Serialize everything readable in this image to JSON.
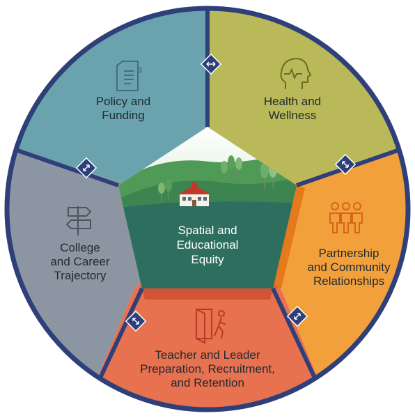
{
  "center": {
    "lines": [
      "Spatial and",
      "Educational",
      "Equity"
    ]
  },
  "segments": [
    {
      "id": "policy",
      "lines": [
        "Policy and",
        "Funding"
      ],
      "color": "#6aa3ad",
      "icon": "document-dollar-icon"
    },
    {
      "id": "health",
      "lines": [
        "Health and",
        "Wellness"
      ],
      "color": "#b9b95a",
      "icon": "head-heartbeat-icon"
    },
    {
      "id": "partnership",
      "lines": [
        "Partnership",
        "and Community",
        "Relationships"
      ],
      "color": "#f2a03c",
      "icon": "people-group-icon"
    },
    {
      "id": "teacher",
      "lines": [
        "Teacher and Leader",
        "Preparation, Recruitment,",
        "and Retention"
      ],
      "color": "#e8714f",
      "icon": "door-walking-person-icon"
    },
    {
      "id": "college",
      "lines": [
        "College",
        "and Career",
        "Trajectory"
      ],
      "color": "#8b96a2",
      "icon": "signpost-icon"
    }
  ],
  "colors": {
    "outline": "#2e3f7a",
    "center_green": "#2e6e5e",
    "hill_light": "#5aa35a",
    "sky": "#eef6ee"
  }
}
